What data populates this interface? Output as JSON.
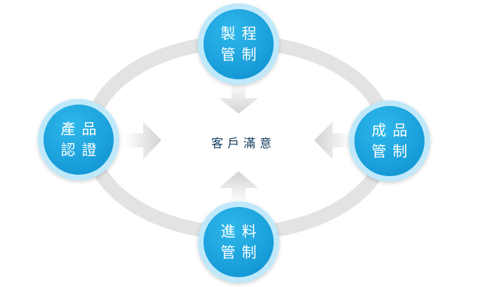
{
  "center": {
    "label": "客戶滿意"
  },
  "nodes": {
    "top": {
      "line1": "製程",
      "line2": "管制"
    },
    "right": {
      "line1": "成品",
      "line2": "管制"
    },
    "bottom": {
      "line1": "進料",
      "line2": "管制"
    },
    "left": {
      "line1": "產品",
      "line2": "認證"
    }
  },
  "colors": {
    "ring": "#e3e3e3",
    "arrow": "#d6d6d6",
    "node_fill_top": "#2eb8ea",
    "node_fill_bottom": "#0d8fd0",
    "node_halo": "#bfe9fa",
    "center_text": "#123a5c"
  }
}
